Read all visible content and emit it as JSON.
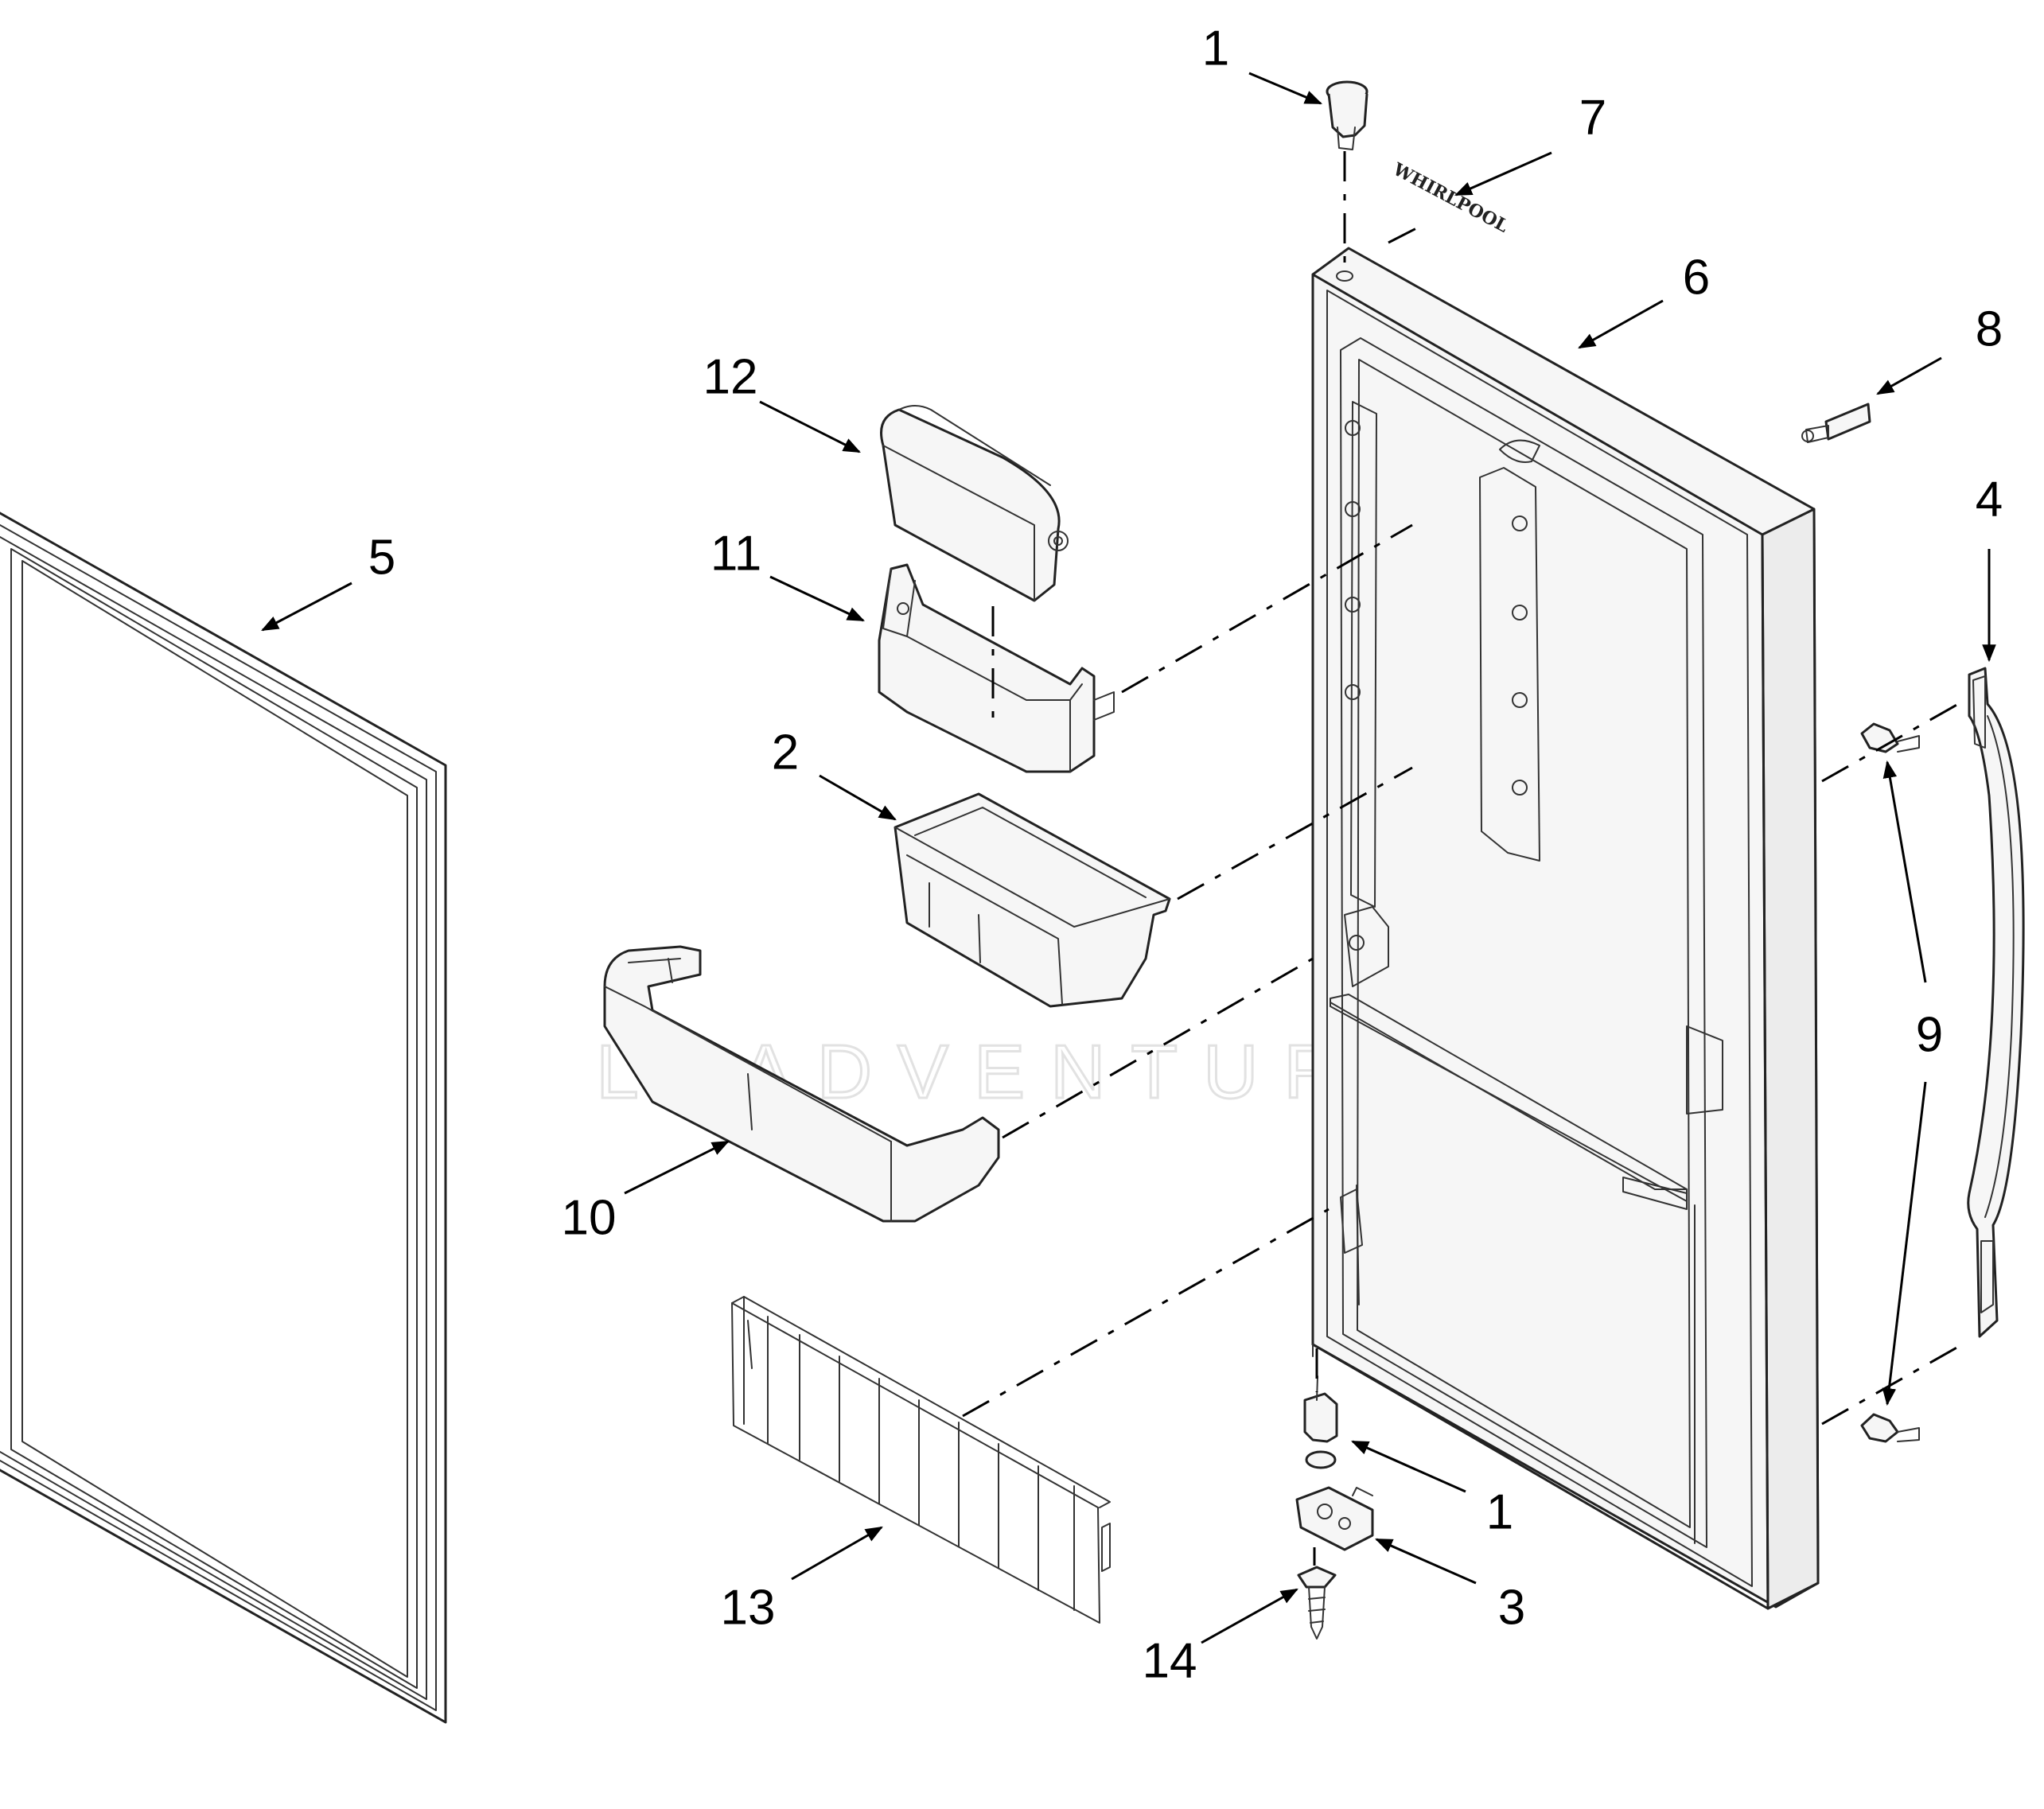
{
  "watermark": "LEADVENTURE",
  "callouts": [
    {
      "id": "c1-top",
      "label": "1"
    },
    {
      "id": "c7",
      "label": "7"
    },
    {
      "id": "c6",
      "label": "6"
    },
    {
      "id": "c8",
      "label": "8"
    },
    {
      "id": "c12",
      "label": "12"
    },
    {
      "id": "c11",
      "label": "11"
    },
    {
      "id": "c5",
      "label": "5"
    },
    {
      "id": "c4",
      "label": "4"
    },
    {
      "id": "c2",
      "label": "2"
    },
    {
      "id": "c9",
      "label": "9"
    },
    {
      "id": "c10",
      "label": "10"
    },
    {
      "id": "c1-bottom",
      "label": "1"
    },
    {
      "id": "c3",
      "label": "3"
    },
    {
      "id": "c13",
      "label": "13"
    },
    {
      "id": "c14",
      "label": "14"
    }
  ],
  "decals": {
    "nameplate_text": "WHIRLPOOL"
  }
}
